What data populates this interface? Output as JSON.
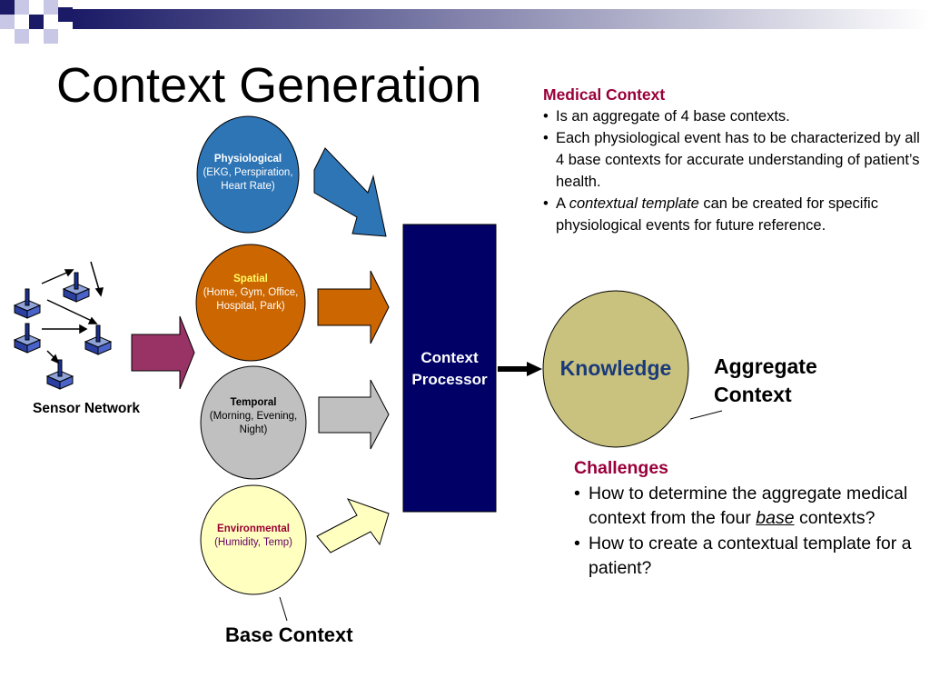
{
  "slide": {
    "title": "Context Generation"
  },
  "base_contexts": [
    {
      "name": "Physiological",
      "detail": "(EKG, Perspiration, Heart Rate)",
      "fill": "#2e75b6"
    },
    {
      "name": "Spatial",
      "detail": "(Home, Gym, Office, Hospital, Park)",
      "fill": "#cc6600"
    },
    {
      "name": "Temporal",
      "detail": "(Morning, Evening, Night)",
      "fill": "#c0c0c0"
    },
    {
      "name": "Environmental",
      "detail": "(Humidity, Temp)",
      "fill": "#ffffc0"
    }
  ],
  "sensor_network_label": "Sensor Network",
  "processor": {
    "line1": "Context",
    "line2": "Processor",
    "fill": "#000066"
  },
  "knowledge": {
    "label": "Knowledge",
    "fill": "#c9c27e"
  },
  "aggregate": {
    "line1": "Aggregate",
    "line2": "Context"
  },
  "base_context_label": "Base Context",
  "medical_context": {
    "heading": "Medical Context",
    "bullet1": "Is an aggregate of 4 base  contexts.",
    "bullet2": "Each physiological event has to be characterized by all 4  base contexts for accurate understanding of patient’s health.",
    "bullet3_pre": "A ",
    "bullet3_em": "contextual template",
    "bullet3_post": " can be created for specific physiological events for future reference."
  },
  "challenges": {
    "heading": "Challenges",
    "bullet1_pre": "How to determine the aggregate medical context from the four ",
    "bullet1_em": "base",
    "bullet1_post": " contexts?",
    "bullet2": "How to create a contextual template for a patient?"
  },
  "colors": {
    "title_squares_dark": "#1a1a66",
    "title_squares_light": "#c8c8e6",
    "heading_red": "#99003a",
    "sensor_arrow": "#993366"
  }
}
